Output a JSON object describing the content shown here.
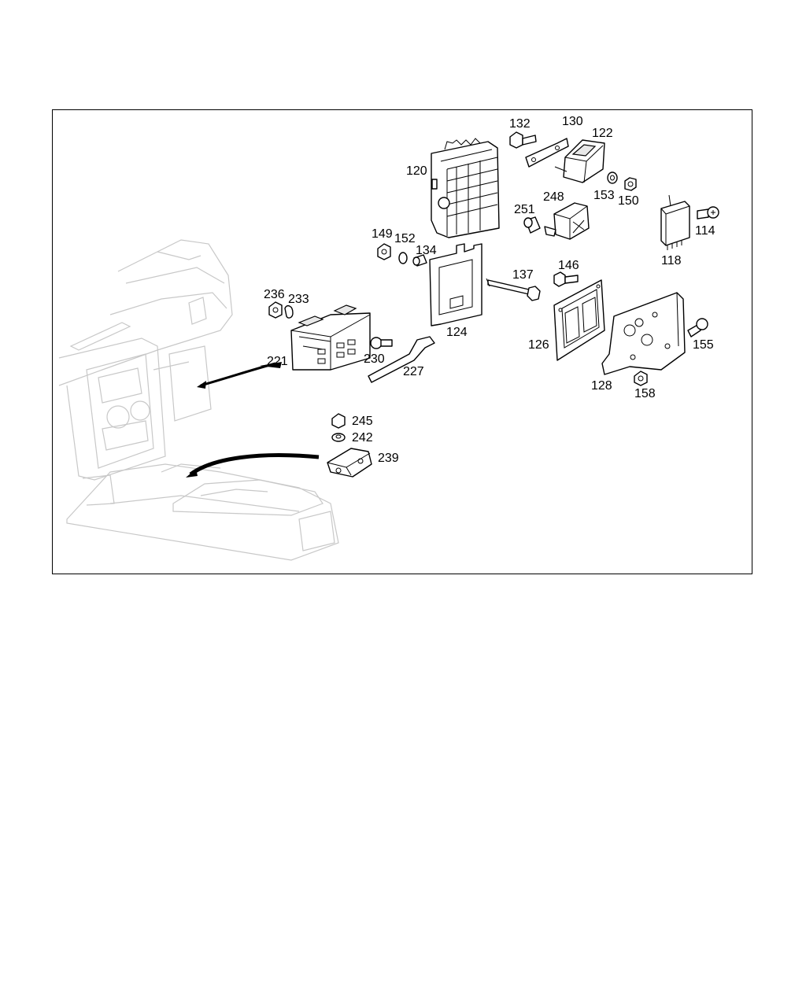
{
  "colors": {
    "line": "#000000",
    "ghost": "#c8c8c8",
    "background": "#ffffff"
  },
  "callouts": {
    "c132": "132",
    "c130": "130",
    "c122": "122",
    "c120": "120",
    "c153": "153",
    "c150": "150",
    "c248": "248",
    "c251": "251",
    "c114": "114",
    "c118": "118",
    "c149": "149",
    "c152": "152",
    "c134": "134",
    "c137": "137",
    "c146": "146",
    "c236": "236",
    "c233": "233",
    "c124": "124",
    "c126": "126",
    "c155": "155",
    "c221": "221",
    "c230": "230",
    "c227": "227",
    "c128": "128",
    "c158": "158",
    "c245": "245",
    "c242": "242",
    "c239": "239"
  }
}
